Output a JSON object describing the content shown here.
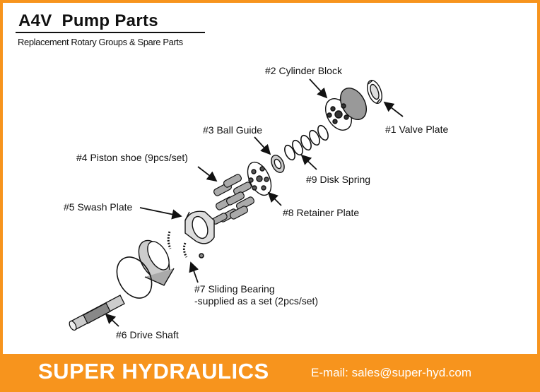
{
  "header": {
    "title": "A4V  Pump Parts",
    "subtitle": "Replacement Rotary Groups & Spare Parts"
  },
  "parts": [
    {
      "label": "#1 Valve Plate"
    },
    {
      "label": "#2 Cylinder Block"
    },
    {
      "label": "#3 Ball Guide"
    },
    {
      "label": "#4 Piston shoe (9pcs/set)"
    },
    {
      "label": "#5 Swash Plate"
    },
    {
      "label": "#6 Drive Shaft"
    },
    {
      "label": "#7 Sliding Bearing",
      "note": "-supplied as a set (2pcs/set)"
    },
    {
      "label": "#8 Retainer Plate"
    },
    {
      "label": "#9 Disk Spring"
    }
  ],
  "footer": {
    "brand": "SUPER HYDRAULICS",
    "email": "E-mail: sales@super-hyd.com"
  },
  "colors": {
    "frame": "#f7941d",
    "panel": "#ffffff",
    "ink": "#111111",
    "footer_text": "#ffffff"
  }
}
